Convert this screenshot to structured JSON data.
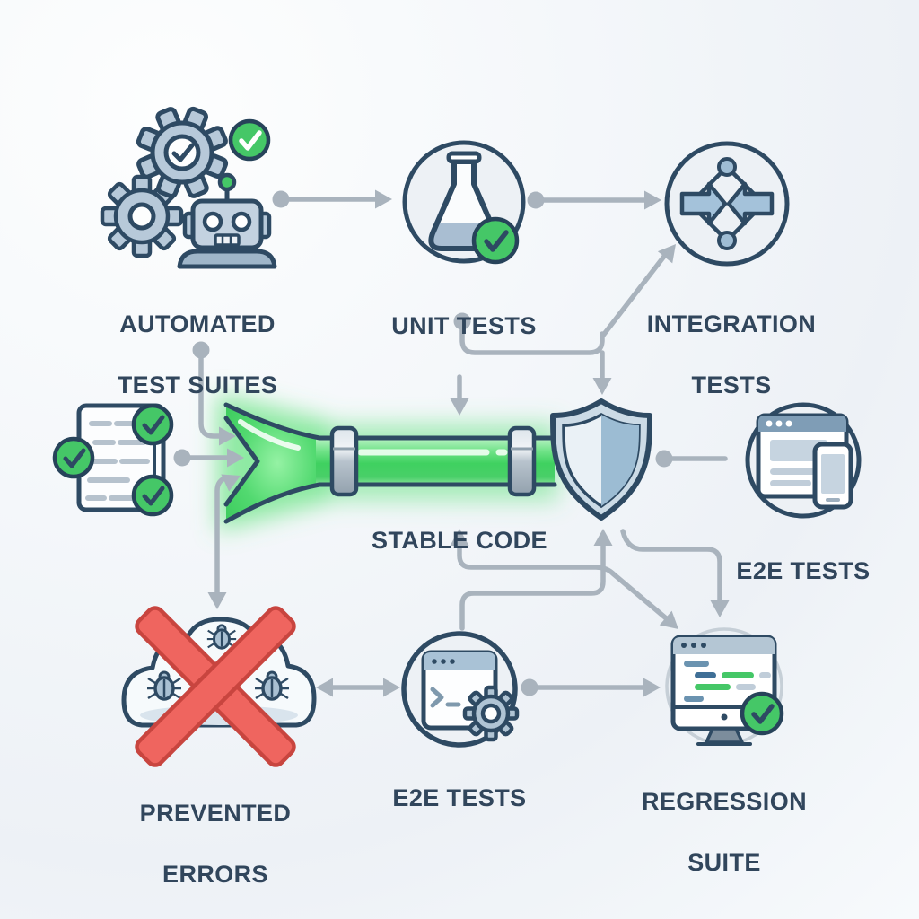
{
  "colors": {
    "outline_navy": "#2e4a63",
    "label_text": "#31465c",
    "arrow_gray": "#a9b3bd",
    "check_green": "#45c767",
    "pipe_green": "#3fd160",
    "red_x": "#ef655f",
    "icon_fill_blue": "#b7c9d9",
    "node_circle_fill": "#edf1f5"
  },
  "nodes": {
    "automated": {
      "line1": "AUTOMATED",
      "line2": "TEST SUITES",
      "icon": "gears-robot-check-icon"
    },
    "unit": {
      "label": "UNIT TESTS",
      "icon": "flask-check-icon"
    },
    "integration": {
      "line1": "INTEGRATION",
      "line2": "TESTS",
      "icon": "merge-arrows-diamond-icon"
    },
    "checklist": {
      "icon": "document-checklist-icon"
    },
    "stable_code": {
      "label": "STABLE CODE",
      "icon": "green-pipe-funnel-icon"
    },
    "shield": {
      "icon": "shield-icon"
    },
    "e2e_right": {
      "label": "E2E TESTS",
      "icon": "browser-mobile-icon"
    },
    "prevented": {
      "line1": "PREVENTED",
      "line2": "ERRORS",
      "icon": "bug-cloud-crossed-icon"
    },
    "e2e_bottom": {
      "label": "E2E TESTS",
      "icon": "terminal-gear-icon"
    },
    "regression": {
      "line1": "REGRESSION",
      "line2": "SUITE",
      "icon": "monitor-code-check-icon"
    }
  }
}
